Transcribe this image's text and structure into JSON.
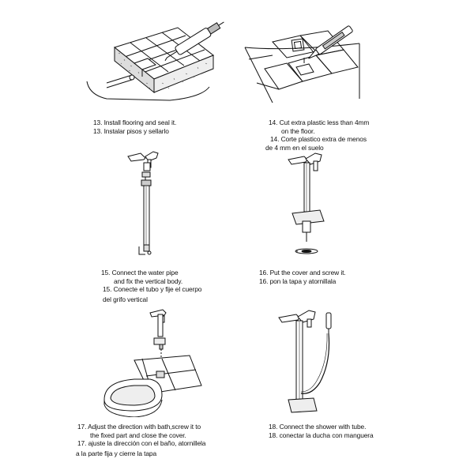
{
  "steps": [
    {
      "en": [
        "13.  Install flooring and seal it."
      ],
      "es": [
        "13. Instalar pisos y sellarlo"
      ]
    },
    {
      "en": [
        "14.  Cut extra plastic less than 4mm",
        "on the floor."
      ],
      "es": [
        "14. Corte plastico extra de menos",
        "de 4 mm en el suelo"
      ]
    },
    {
      "en": [
        "15.  Connect the water pipe",
        "and fix the vertical body."
      ],
      "es": [
        "15. Conecte el tubo y fije el cuerpo",
        "del grifo vertical"
      ]
    },
    {
      "en": [
        "16.  Put the cover and screw it."
      ],
      "es": [
        "16. pon la tapa y atornillala"
      ]
    },
    {
      "en": [
        "17.  Adjust the direction with bath,screw it to",
        "the fixed part and close the cover."
      ],
      "es": [
        "17. ajuste la dirección con el baño, atornillela",
        "a la parte fija y cierre la tapa"
      ]
    },
    {
      "en": [
        "18.  Connect the shower with tube."
      ],
      "es": [
        "18. conectar la ducha con manguera"
      ]
    }
  ]
}
